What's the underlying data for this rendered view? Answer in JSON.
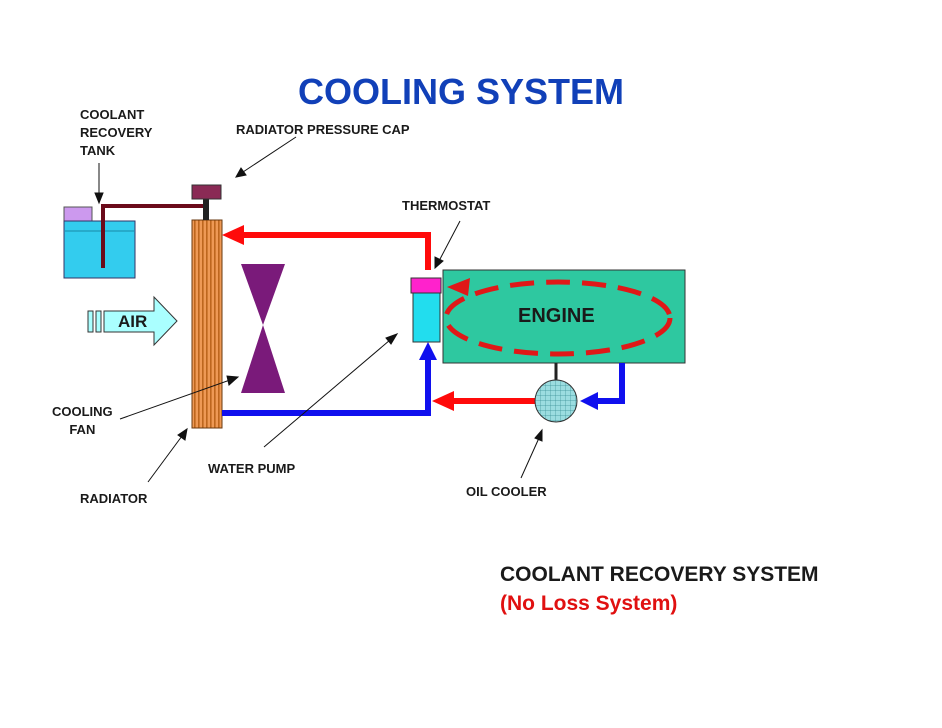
{
  "title": "COOLING SYSTEM",
  "labels": {
    "coolant_recovery_tank": [
      "COOLANT",
      "RECOVERY",
      "TANK"
    ],
    "radiator_pressure_cap": "RADIATOR PRESSURE CAP",
    "thermostat": "THERMOSTAT",
    "engine": "ENGINE",
    "air": "AIR",
    "cooling_fan": [
      "COOLING",
      "FAN"
    ],
    "water_pump": "WATER PUMP",
    "oil_cooler": "OIL COOLER",
    "radiator": "RADIATOR"
  },
  "footer": {
    "system_name": "COOLANT RECOVERY SYSTEM",
    "system_note": "(No Loss System)"
  },
  "colors": {
    "title": "#1140b8",
    "hot_flow": "#ff0a0a",
    "cold_flow": "#1010ee",
    "tank_fill": "#33ccee",
    "tank_cap": "#cc99ee",
    "hose": "#6b0a1a",
    "radiator_fill": "#ee9955",
    "radiator_fin": "#b15a10",
    "pressure_cap": "#8a2a55",
    "fan": "#7a1a7a",
    "engine_fill": "#2ec8a0",
    "thermostat_top": "#ff22cc",
    "thermostat_body": "#22ddee",
    "oil_cooler_fill": "#9bdde0",
    "air_arrow": "#aaffff",
    "dashed_loop": "#e01818",
    "note_text": "#e01010"
  },
  "icons": [
    "coolant-tank-icon",
    "radiator-icon",
    "pressure-cap-icon",
    "cooling-fan-icon",
    "thermostat-icon",
    "engine-icon",
    "oil-cooler-icon",
    "air-arrow-icon"
  ]
}
